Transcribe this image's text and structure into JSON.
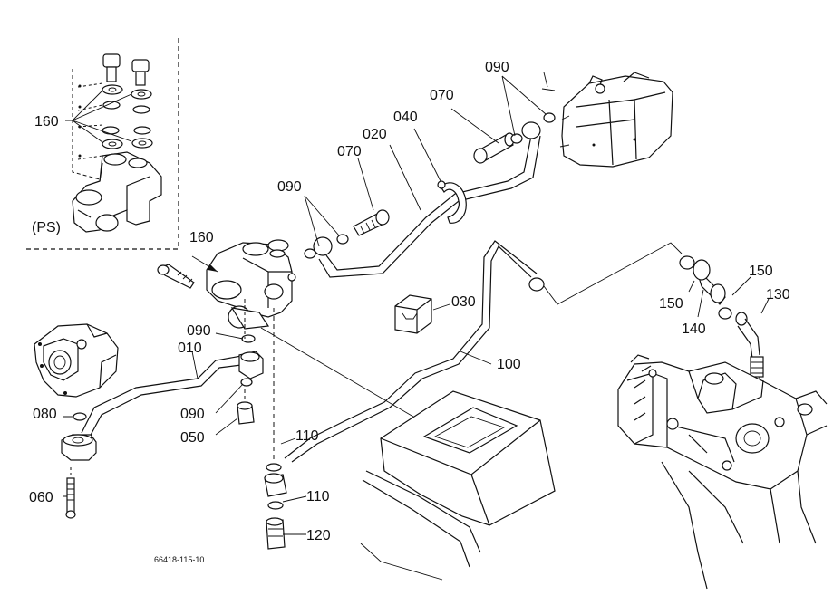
{
  "labels": {
    "ps_160": "160",
    "ps": "(PS)",
    "main_160": "160",
    "p090_top": "090",
    "p070_top": "070",
    "p040": "040",
    "p020": "020",
    "p070_mid": "070",
    "p090_mid": "090",
    "p030": "030",
    "p090_left": "090",
    "p010": "010",
    "p100": "100",
    "p080": "080",
    "p090_low": "090",
    "p050": "050",
    "p110_top": "110",
    "p060": "060",
    "p110_bottom": "110",
    "p120": "120",
    "p150_right": "150",
    "p130": "130",
    "p150_left": "150",
    "p140": "140"
  },
  "drawing_number": "66418-115-10"
}
